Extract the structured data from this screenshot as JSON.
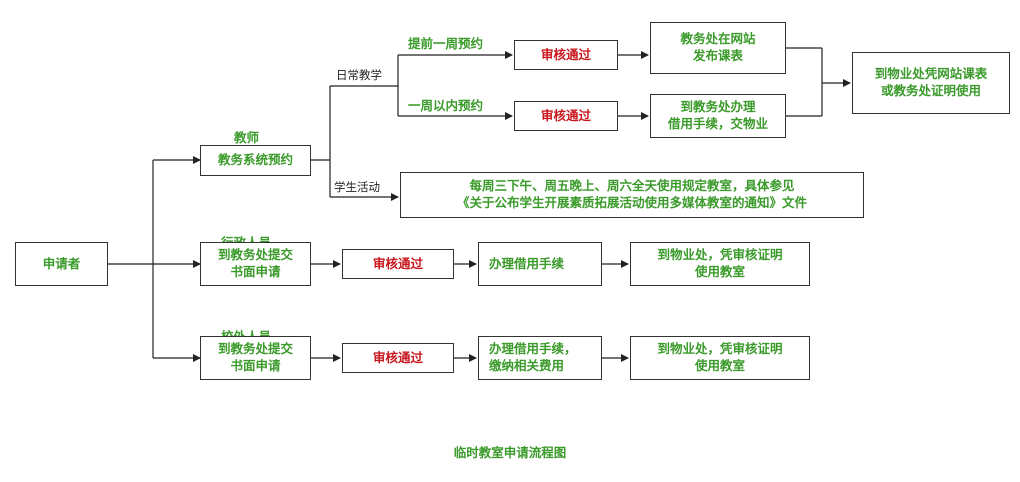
{
  "applicant": "申请者",
  "branch_labels": {
    "teacher": "教师",
    "admin": "行政人员",
    "external": "校外人员",
    "daily": "日常教学",
    "student": "学生活动",
    "week_ahead": "提前一周预约",
    "within_week": "一周以内预约"
  },
  "teacher_path": {
    "book": "教务系统预约",
    "approve_1": "审核通过",
    "publish": "教务处在网站\n发布课表",
    "approve_2": "审核通过",
    "borrow_procedure": "到教务处办理\n借用手续，交物业",
    "final": "到物业处凭网站课表\n或教务处证明使用",
    "student_note": "每周三下午、周五晚上、周六全天使用规定教室，具体参见\n《关于公布学生开展素质拓展活动使用多媒体教室的通知》文件"
  },
  "admin_path": {
    "submit": "到教务处提交\n书面申请",
    "approve": "审核通过",
    "procedure": "办理借用手续",
    "final": "到物业处，凭审核证明\n使用教室"
  },
  "external_path": {
    "submit": "到教务处提交\n书面申请",
    "approve": "审核通过",
    "procedure": "办理借用手续，\n缴纳相关费用",
    "final": "到物业处，凭审核证明\n使用教室"
  },
  "caption": "临时教室申请流程图"
}
